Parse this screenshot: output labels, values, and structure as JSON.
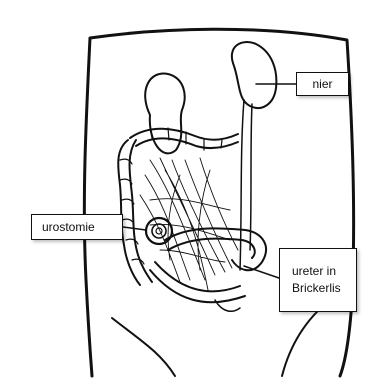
{
  "labels": {
    "nier": "nier",
    "urostomie": "urostomie",
    "ureter_line1": "ureter in",
    "ureter_line2": "Brickerlis"
  },
  "colors": {
    "ink": "#111111",
    "background": "#ffffff",
    "box_border": "#111111"
  }
}
